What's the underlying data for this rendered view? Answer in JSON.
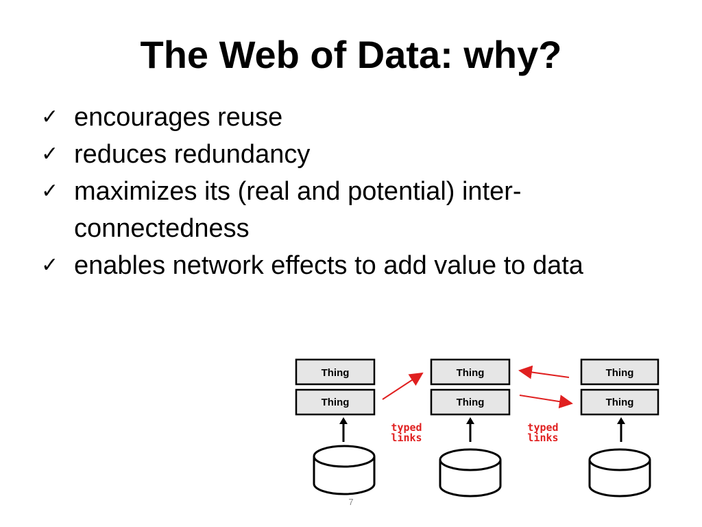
{
  "slide": {
    "title": "The Web of Data: why?",
    "bullets": [
      "encourages reuse",
      "reduces redundancy",
      "maximizes its (real and potential) inter-connectedness",
      "enables network effects to add value to data"
    ],
    "bullet_icon": "checkmark-icon",
    "page_number": "7"
  },
  "diagram": {
    "node_label": "Thing",
    "link_label_line1": "typed",
    "link_label_line2": "links",
    "colors": {
      "box_fill": "#e6e6e6",
      "link_arrow": "#e02020",
      "link_label": "#e02020",
      "stroke": "#000000"
    },
    "icons": [
      "database-icon",
      "up-arrow-icon"
    ]
  }
}
